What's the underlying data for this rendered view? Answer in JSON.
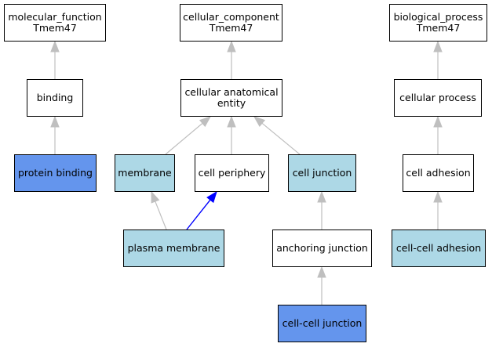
{
  "colors": {
    "plain": "#ffffff",
    "light": "#add8e6",
    "blue": "#6495ed",
    "edge_default": "#bfbfbf",
    "edge_highlight": "#0000ff"
  },
  "nodes": {
    "molecular_function": {
      "label": "molecular_function\nTmem47",
      "fill": "plain"
    },
    "cellular_component": {
      "label": "cellular_component\nTmem47",
      "fill": "plain"
    },
    "biological_process": {
      "label": "biological_process\nTmem47",
      "fill": "plain"
    },
    "binding": {
      "label": "binding",
      "fill": "plain"
    },
    "cellular_anatomical_entity": {
      "label": "cellular anatomical\nentity",
      "fill": "plain"
    },
    "cellular_process": {
      "label": "cellular process",
      "fill": "plain"
    },
    "protein_binding": {
      "label": "protein binding",
      "fill": "blue"
    },
    "membrane": {
      "label": "membrane",
      "fill": "light"
    },
    "cell_periphery": {
      "label": "cell periphery",
      "fill": "plain"
    },
    "cell_junction": {
      "label": "cell junction",
      "fill": "light"
    },
    "cell_adhesion": {
      "label": "cell adhesion",
      "fill": "plain"
    },
    "plasma_membrane": {
      "label": "plasma membrane",
      "fill": "light"
    },
    "anchoring_junction": {
      "label": "anchoring junction",
      "fill": "plain"
    },
    "cell_cell_adhesion": {
      "label": "cell-cell adhesion",
      "fill": "light"
    },
    "cell_cell_junction": {
      "label": "cell-cell junction",
      "fill": "blue"
    }
  },
  "edges": [
    {
      "from": "binding",
      "to": "molecular_function",
      "style": "default"
    },
    {
      "from": "protein_binding",
      "to": "binding",
      "style": "default"
    },
    {
      "from": "cellular_anatomical_entity",
      "to": "cellular_component",
      "style": "default"
    },
    {
      "from": "membrane",
      "to": "cellular_anatomical_entity",
      "style": "default"
    },
    {
      "from": "cell_periphery",
      "to": "cellular_anatomical_entity",
      "style": "default"
    },
    {
      "from": "cell_junction",
      "to": "cellular_anatomical_entity",
      "style": "default"
    },
    {
      "from": "plasma_membrane",
      "to": "membrane",
      "style": "default"
    },
    {
      "from": "plasma_membrane",
      "to": "cell_periphery",
      "style": "highlight"
    },
    {
      "from": "anchoring_junction",
      "to": "cell_junction",
      "style": "default"
    },
    {
      "from": "cell_cell_junction",
      "to": "anchoring_junction",
      "style": "default"
    },
    {
      "from": "cellular_process",
      "to": "biological_process",
      "style": "default"
    },
    {
      "from": "cell_adhesion",
      "to": "cellular_process",
      "style": "default"
    },
    {
      "from": "cell_cell_adhesion",
      "to": "cell_adhesion",
      "style": "default"
    }
  ]
}
